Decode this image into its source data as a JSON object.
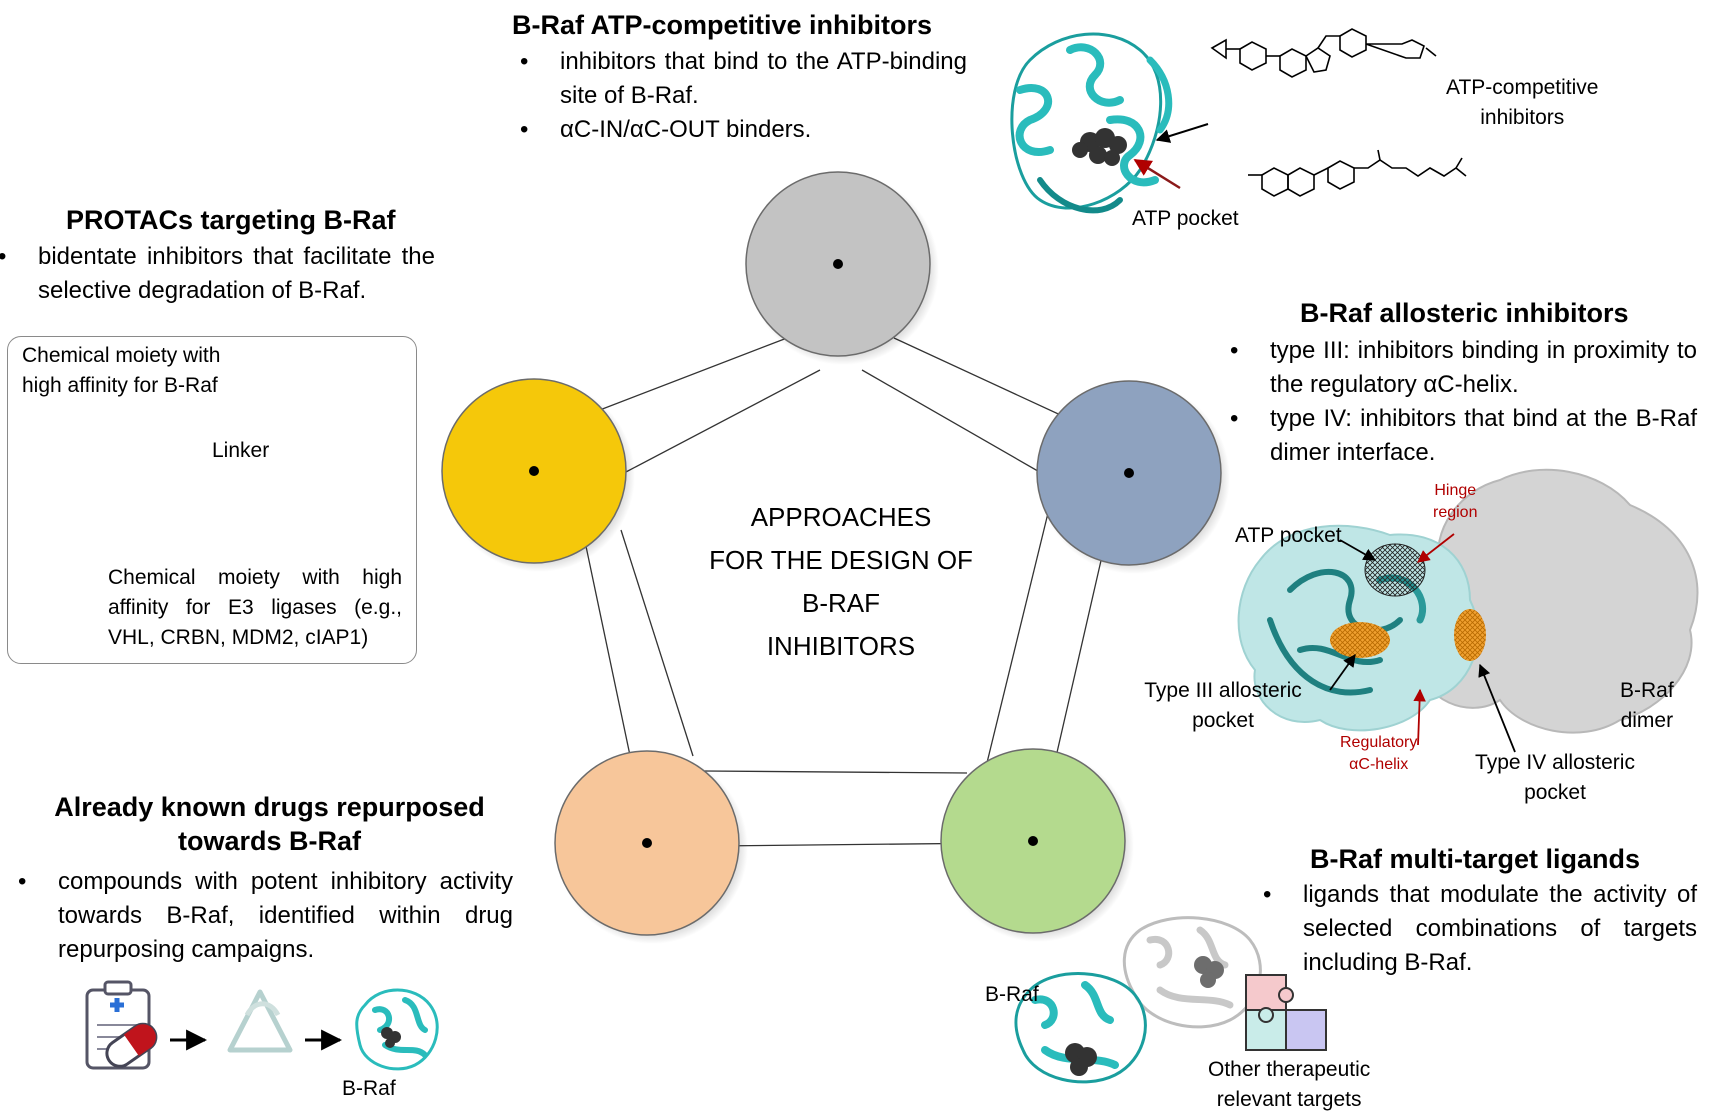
{
  "center": {
    "title_lines": [
      "APPROACHES",
      "FOR THE DESIGN OF",
      "B-RAF",
      "INHIBITORS"
    ]
  },
  "nodes": [
    {
      "id": "atp",
      "color": "#c3c3c3"
    },
    {
      "id": "allosteric",
      "color": "#8ea2bf"
    },
    {
      "id": "multitarget",
      "color": "#b4da8e"
    },
    {
      "id": "repurposed",
      "color": "#f7c69a"
    },
    {
      "id": "protac",
      "color": "#f5c80a"
    }
  ],
  "atp_section": {
    "title": "B-Raf ATP-competitive inhibitors",
    "bullets": [
      "inhibitors that bind to the ATP-binding site of B-Raf.",
      "αC-IN/αC-OUT binders."
    ],
    "atp_pocket_label": "ATP pocket",
    "inhibitors_label_line1": "ATP-competitive",
    "inhibitors_label_line2": "inhibitors"
  },
  "protac_section": {
    "title": "PROTACs targeting B-Raf",
    "bullets": [
      "bidentate inhibitors that facilitate the selective degradation of B-Raf."
    ],
    "box": {
      "moiety_braf_line1": "Chemical moiety with",
      "moiety_braf_line2": "high affinity for B-Raf",
      "linker_label": "Linker",
      "moiety_e3": "Chemical moiety with high affinity for E3 ligases (e.g., VHL, CRBN, MDM2, cIAP1)"
    }
  },
  "allosteric_section": {
    "title": "B-Raf allosteric inhibitors",
    "bullets": [
      "type III: inhibitors binding in proximity to the regulatory αC-helix.",
      "type IV: inhibitors that bind at the B-Raf dimer interface."
    ],
    "labels": {
      "atp_pocket": "ATP pocket",
      "hinge_line1": "Hinge",
      "hinge_line2": "region",
      "type3_line1": "Type III allosteric",
      "type3_line2": "pocket",
      "regulatory_line1": "Regulatory",
      "regulatory_line2": "αC-helix",
      "dimer_line1": "B-Raf",
      "dimer_line2": "dimer",
      "type4_line1": "Type IV allosteric",
      "type4_line2": "pocket"
    }
  },
  "repurposed_section": {
    "title_line1": "Already known drugs repurposed",
    "title_line2": "towards B-Raf",
    "bullets": [
      "compounds with potent inhibitory activity towards B-Raf, identified within drug repurposing campaigns."
    ],
    "braf_label": "B-Raf"
  },
  "multitarget_section": {
    "title": "B-Raf multi-target ligands",
    "bullets": [
      "ligands that modulate the activity of selected combinations of targets including B-Raf."
    ],
    "braf_label": "B-Raf",
    "other_targets_line1": "Other therapeutic",
    "other_targets_line2": "relevant targets"
  }
}
